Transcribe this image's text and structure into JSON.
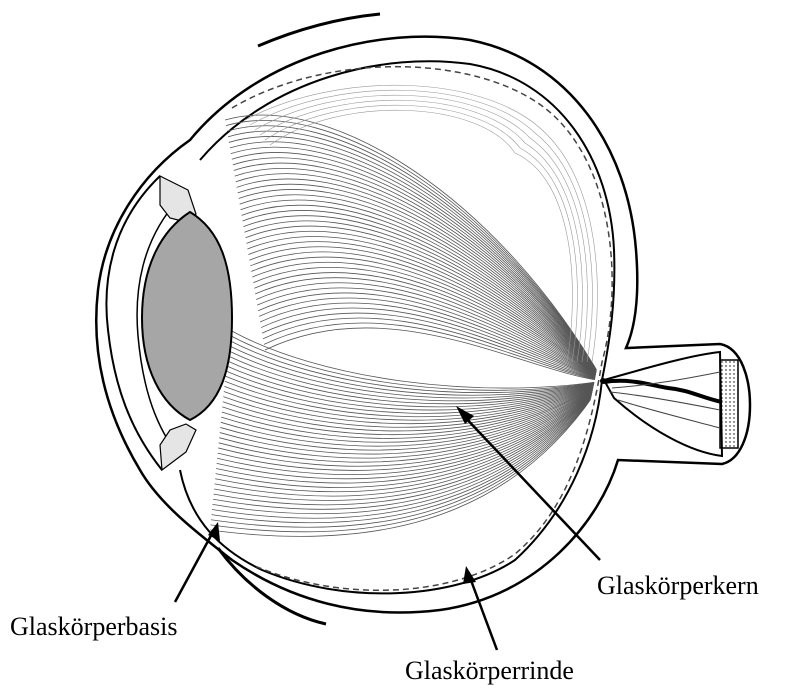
{
  "labels": {
    "kern": "Glaskörperkern",
    "basis": "Glaskörperbasis",
    "rinde": "Glaskörperrinde"
  },
  "colors": {
    "line": "#000000",
    "lens": "#a6a6a6",
    "fibers": "#555555",
    "background": "#ffffff"
  }
}
